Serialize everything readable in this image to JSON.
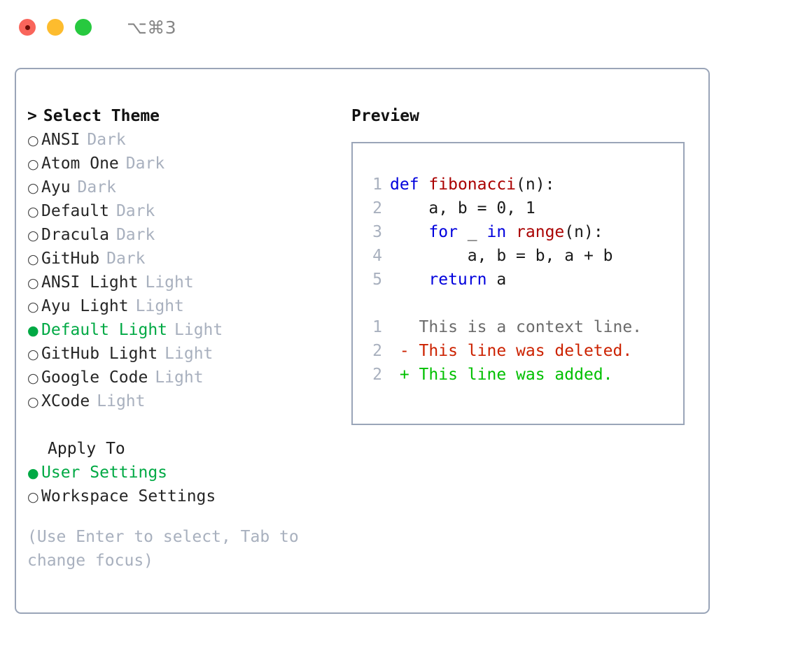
{
  "window": {
    "title": "⌥⌘3",
    "traffic_lights": [
      {
        "name": "close",
        "color": "#f9655b"
      },
      {
        "name": "minimize",
        "color": "#fdbc2e"
      },
      {
        "name": "zoom",
        "color": "#27c93f"
      }
    ]
  },
  "theme_picker": {
    "heading": "Select Theme",
    "caret": ">",
    "marker_unselected": "○",
    "marker_selected": "●",
    "items": [
      {
        "name": "ANSI",
        "tag": "Dark",
        "selected": false
      },
      {
        "name": "Atom One",
        "tag": "Dark",
        "selected": false
      },
      {
        "name": "Ayu",
        "tag": "Dark",
        "selected": false
      },
      {
        "name": "Default",
        "tag": "Dark",
        "selected": false
      },
      {
        "name": "Dracula",
        "tag": "Dark",
        "selected": false
      },
      {
        "name": "GitHub",
        "tag": "Dark",
        "selected": false
      },
      {
        "name": "ANSI Light",
        "tag": "Light",
        "selected": false
      },
      {
        "name": "Ayu Light",
        "tag": "Light",
        "selected": false
      },
      {
        "name": "Default Light",
        "tag": "Light",
        "selected": true
      },
      {
        "name": "GitHub Light",
        "tag": "Light",
        "selected": false
      },
      {
        "name": "Google Code",
        "tag": "Light",
        "selected": false
      },
      {
        "name": "XCode",
        "tag": "Light",
        "selected": false
      }
    ]
  },
  "apply_to": {
    "heading": "Apply To",
    "options": [
      {
        "label": "User Settings",
        "selected": true
      },
      {
        "label": "Workspace Settings",
        "selected": false
      }
    ]
  },
  "hint": "(Use Enter to select, Tab to change focus)",
  "preview": {
    "label": "Preview",
    "code_lines": [
      {
        "num": "1",
        "tokens": [
          {
            "t": "def",
            "c": "kw"
          },
          {
            "t": " ",
            "c": "plain"
          },
          {
            "t": "fibonacci",
            "c": "fn"
          },
          {
            "t": "(n):",
            "c": "plain"
          }
        ]
      },
      {
        "num": "2",
        "tokens": [
          {
            "t": "    a, b = 0, 1",
            "c": "plain"
          }
        ]
      },
      {
        "num": "3",
        "tokens": [
          {
            "t": "    ",
            "c": "plain"
          },
          {
            "t": "for",
            "c": "kw"
          },
          {
            "t": " _ ",
            "c": "plain"
          },
          {
            "t": "in",
            "c": "kw"
          },
          {
            "t": " ",
            "c": "plain"
          },
          {
            "t": "range",
            "c": "fn"
          },
          {
            "t": "(n):",
            "c": "plain"
          }
        ]
      },
      {
        "num": "4",
        "tokens": [
          {
            "t": "        a, b = b, a + b",
            "c": "plain"
          }
        ]
      },
      {
        "num": "5",
        "tokens": [
          {
            "t": "    ",
            "c": "plain"
          },
          {
            "t": "return",
            "c": "kw"
          },
          {
            "t": " a",
            "c": "plain"
          }
        ]
      }
    ],
    "diff_lines": [
      {
        "num": "1",
        "sign": " ",
        "text": "This is a context line.",
        "kind": "diff-ctx"
      },
      {
        "num": "2",
        "sign": "-",
        "text": "This line was deleted.",
        "kind": "diff-del"
      },
      {
        "num": "2",
        "sign": "+",
        "text": "This line was added.",
        "kind": "diff-add"
      }
    ]
  },
  "colors": {
    "accent_green": "#00a944",
    "border": "#9aa5b8",
    "muted": "#a8b0be",
    "keyword_blue": "#0000dd",
    "function_red": "#aa0000",
    "diff_delete": "#cc2200",
    "diff_add": "#00c000"
  }
}
